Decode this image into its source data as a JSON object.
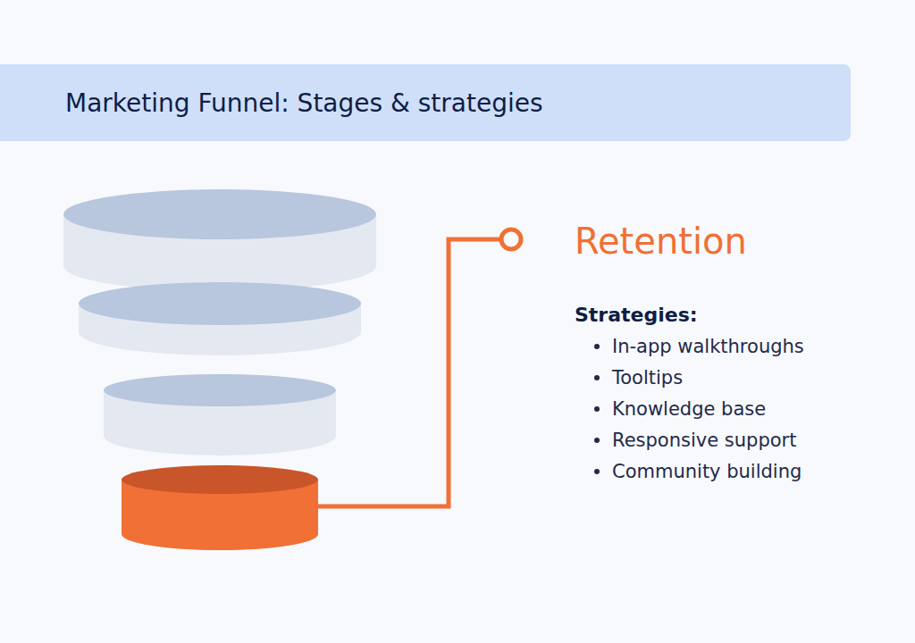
{
  "diagram": {
    "title": "Marketing Funnel: Stages & strategies",
    "labels": [
      "Retention",
      "Strategies:",
      "In-app walkthroughs",
      "Tooltips",
      "Knowledge base",
      "Responsive support",
      "Community building"
    ]
  }
}
